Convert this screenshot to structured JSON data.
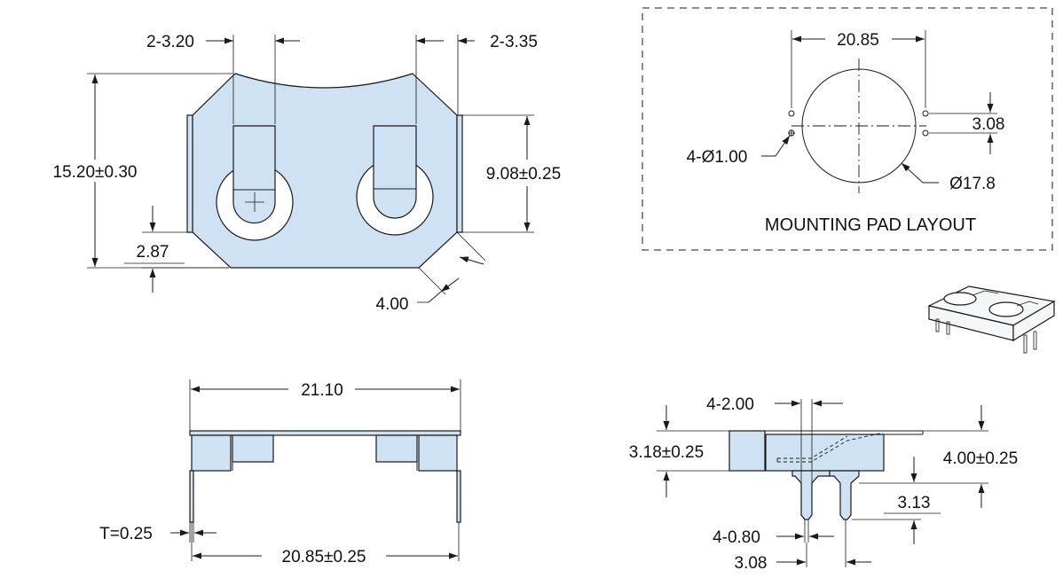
{
  "top_view": {
    "dims": {
      "slot_left": "2-3.20",
      "slot_right": "2-3.35",
      "height": "15.20±0.30",
      "side_height": "9.08±0.25",
      "notch": "2.87",
      "chamfer": "4.00"
    }
  },
  "mounting_pad": {
    "title": "MOUNTING PAD LAYOUT",
    "dims": {
      "pitch_x": "20.85",
      "pitch_y": "3.08",
      "hole": "4-Ø1.00",
      "circle": "Ø17.8"
    }
  },
  "front_view": {
    "dims": {
      "width": "21.10",
      "thickness": "T=0.25",
      "pin_span": "20.85±0.25"
    }
  },
  "side_view": {
    "dims": {
      "pin_width": "4-2.00",
      "body_height": "3.18±0.25",
      "total_height": "4.00±0.25",
      "pin_length": "3.13",
      "pin_thick": "4-0.80",
      "pin_pitch": "3.08"
    }
  },
  "colors": {
    "part_fill": "#cfe2f3",
    "line": "#1a1a1a"
  }
}
